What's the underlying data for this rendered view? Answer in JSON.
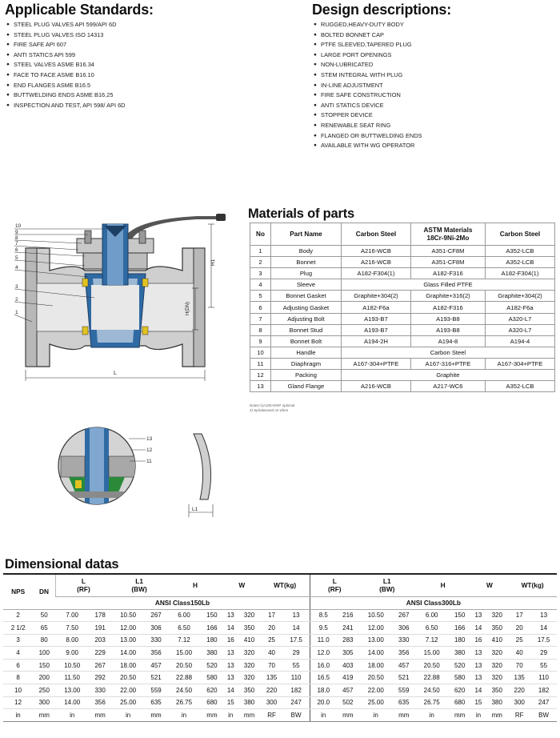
{
  "standards": {
    "title": "Applicable Standards:",
    "items": [
      "STEEL PLUG VALVES API 599/API 6D",
      "STEEL PLUG VALVES ISO 14313",
      "FIRE SAFE API 607",
      "ANTI STATICS API 599",
      "STEEL VALVES ASME B16.34",
      "FACE TO FACE ASME B16.10",
      "END FLANGES ASME B16.5",
      "BUTTWELDING ENDS ASME B16.25",
      "INSPECTION AND TEST, API 598/ API 6D"
    ]
  },
  "design": {
    "title": "Design descriptions:",
    "items": [
      "RUGGED,HEAVY-DUTY BODY",
      "BOLTED BONNET CAP",
      "PTFE SLEEVED,TAPERED PLUG",
      "LARGE PORT OPENINGS",
      "NON-LUBRICATED",
      "STEM INTEGRAL WITH PLUG",
      "IN-LINE ADJUSTMENT",
      "FIRE SAFE CONSTRUCTION",
      "ANTI STATICS DEVICE",
      "STOPPER DEVICE",
      "RENEWABLE SEAT RING",
      "FLANGED OR BUTTWELDING ENDS",
      "AVAILABLE WITH WG OPERATOR"
    ]
  },
  "drawing": {
    "part_numbers": [
      "10",
      "9",
      "8",
      "7",
      "6",
      "5",
      "4",
      "3",
      "2",
      "1"
    ],
    "dim_h1": "H1",
    "dim_h": "H(DN)",
    "dim_l": "L",
    "detail_numbers": [
      "13",
      "12",
      "11"
    ],
    "dim_l1": "L1"
  },
  "materials": {
    "title": "Materials of parts",
    "headers": [
      "No",
      "Part Name",
      "Carbon Steel",
      "ASTM Materials\n18Cr-9Ni-2Mo",
      "Carbon Steel"
    ],
    "rows": [
      [
        "1",
        "Body",
        "A216-WCB",
        "A351-CF8M",
        "A352-LCB"
      ],
      [
        "2",
        "Bonnet",
        "A216-WCB",
        "A351-CF8M",
        "A352-LCB"
      ],
      [
        "3",
        "Plug",
        "A182-F304(1)",
        "A182-F316",
        "A182-F304(1)"
      ],
      [
        "4",
        "Sleeve",
        "Glass Filled PTFE"
      ],
      [
        "5",
        "Bonnet Gasket",
        "Graphite+304(2)",
        "Graphite+316(2)",
        "Graphite+304(2)"
      ],
      [
        "6",
        "Adjusting Gasket",
        "A182-F6a",
        "A182-F316",
        "A182-F6a"
      ],
      [
        "7",
        "Adjusting Bolt",
        "A193-B7",
        "A193-B8",
        "A320-L7"
      ],
      [
        "8",
        "Bonnet Stud",
        "A193-B7",
        "A193-B8",
        "A320-L7"
      ],
      [
        "9",
        "Bonnet Bolt",
        "A194-2H",
        "A194-8",
        "A194-4"
      ],
      [
        "10",
        "Handle",
        "Carbon Steel"
      ],
      [
        "11",
        "Diaphragm",
        "A167-304+PTFE",
        "A167-316+PTFE",
        "A167-304+PTFE"
      ],
      [
        "12",
        "Packing",
        "Graphite"
      ],
      [
        "13",
        "Gland Flange",
        "A216-WCB",
        "A217-WC6",
        "A352-LCB"
      ]
    ],
    "notes": [
      "Notes:1)A105+ENP optional",
      "2) Spiralwound on when"
    ]
  },
  "dimensions": {
    "title": "Dimensional datas",
    "head_left": [
      "NPS",
      "DN"
    ],
    "head_groups": [
      "L\n(RF)",
      "L1\n(BW)",
      "H",
      "W",
      "WT(kg)"
    ],
    "class150": "ANSI Class150Lb",
    "class300": "ANSI Class300Lb",
    "rows": [
      [
        "2",
        "50",
        "7.00",
        "178",
        "10.50",
        "267",
        "6.00",
        "150",
        "13",
        "320",
        "17",
        "13",
        "8.5",
        "216",
        "10.50",
        "267",
        "6.00",
        "150",
        "13",
        "320",
        "17",
        "13"
      ],
      [
        "2 1/2",
        "65",
        "7.50",
        "191",
        "12.00",
        "306",
        "6.50",
        "166",
        "14",
        "350",
        "20",
        "14",
        "9.5",
        "241",
        "12.00",
        "306",
        "6.50",
        "166",
        "14",
        "350",
        "20",
        "14"
      ],
      [
        "3",
        "80",
        "8.00",
        "203",
        "13.00",
        "330",
        "7.12",
        "180",
        "16",
        "410",
        "25",
        "17.5",
        "11.0",
        "283",
        "13.00",
        "330",
        "7.12",
        "180",
        "16",
        "410",
        "25",
        "17.5"
      ],
      [
        "4",
        "100",
        "9.00",
        "229",
        "14.00",
        "356",
        "15.00",
        "380",
        "13",
        "320",
        "40",
        "29",
        "12.0",
        "305",
        "14.00",
        "356",
        "15.00",
        "380",
        "13",
        "320",
        "40",
        "29"
      ],
      [
        "6",
        "150",
        "10.50",
        "267",
        "18.00",
        "457",
        "20.50",
        "520",
        "13",
        "320",
        "70",
        "55",
        "16.0",
        "403",
        "18.00",
        "457",
        "20.50",
        "520",
        "13",
        "320",
        "70",
        "55"
      ],
      [
        "8",
        "200",
        "11.50",
        "292",
        "20.50",
        "521",
        "22.88",
        "580",
        "13",
        "320",
        "135",
        "110",
        "16.5",
        "419",
        "20.50",
        "521",
        "22.88",
        "580",
        "13",
        "320",
        "135",
        "110"
      ],
      [
        "10",
        "250",
        "13.00",
        "330",
        "22.00",
        "559",
        "24.50",
        "620",
        "14",
        "350",
        "220",
        "182",
        "18.0",
        "457",
        "22.00",
        "559",
        "24.50",
        "620",
        "14",
        "350",
        "220",
        "182"
      ],
      [
        "12",
        "300",
        "14.00",
        "356",
        "25.00",
        "635",
        "26.75",
        "680",
        "15",
        "380",
        "300",
        "247",
        "20.0",
        "502",
        "25.00",
        "635",
        "26.75",
        "680",
        "15",
        "380",
        "300",
        "247"
      ]
    ],
    "units": [
      "in",
      "mm",
      "in",
      "mm",
      "in",
      "mm",
      "in",
      "mm",
      "in",
      "mm",
      "RF",
      "BW",
      "in",
      "mm",
      "in",
      "mm",
      "in",
      "mm",
      "in",
      "mm",
      "RF",
      "BW"
    ]
  }
}
